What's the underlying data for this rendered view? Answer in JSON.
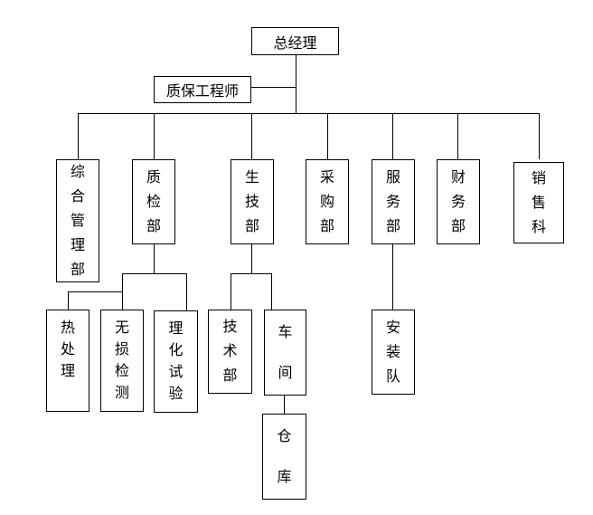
{
  "style": {
    "line_color": "#000000",
    "background": "#ffffff",
    "text_color": "#000000"
  },
  "org": {
    "root": {
      "label": "总经理"
    },
    "staff": {
      "label": "质保工程师"
    },
    "departments": [
      {
        "label": "综合管理部"
      },
      {
        "label": "质检部"
      },
      {
        "label": "生技部"
      },
      {
        "label": "采购部"
      },
      {
        "label": "服务部"
      },
      {
        "label": "财务部"
      },
      {
        "label": "销售科"
      }
    ],
    "quality_sections": [
      {
        "label": "热处理"
      },
      {
        "label": "无损检测"
      },
      {
        "label": "理化试验"
      }
    ],
    "production_sections": [
      {
        "label": "技术部"
      },
      {
        "label": "车间"
      }
    ],
    "service_sections": [
      {
        "label": "安装队"
      }
    ],
    "workshop_sections": [
      {
        "label": "仓库"
      }
    ]
  }
}
